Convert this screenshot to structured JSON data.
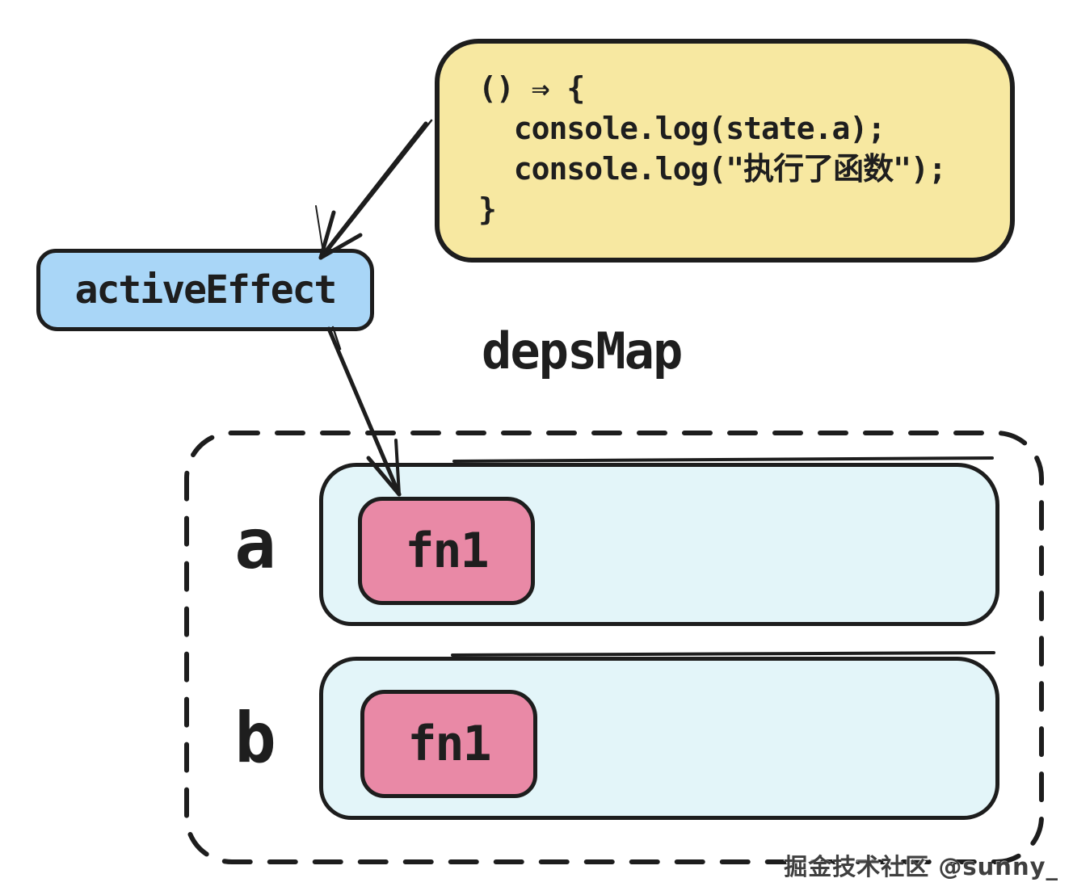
{
  "colors": {
    "background": "#ffffff",
    "stroke": "#1d1d1d",
    "code_box_fill": "#f7e8a1",
    "active_effect_fill": "#a9d6f7",
    "dep_set_fill": "#e3f5f9",
    "dep_fn_fill": "#e989a6",
    "watermark_color": "#3f3f3f"
  },
  "code_box": {
    "lines": [
      "() ⇒ {",
      "  console.log(state.a);",
      "  console.log(\"执行了函数\");",
      "}"
    ]
  },
  "active_effect": {
    "label": "activeEffect"
  },
  "deps_map": {
    "title": "depsMap",
    "entries": [
      {
        "key": "a",
        "deps": [
          "fn1"
        ]
      },
      {
        "key": "b",
        "deps": [
          "fn1"
        ]
      }
    ]
  },
  "watermark": "掘金技术社区 @sunny_"
}
